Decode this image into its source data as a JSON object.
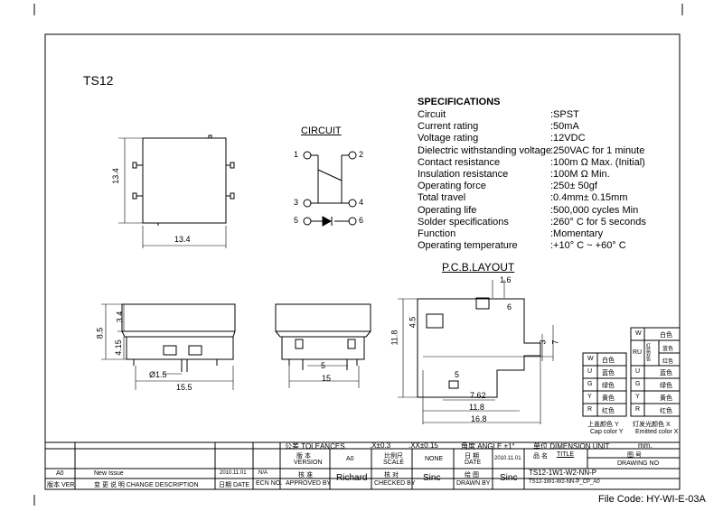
{
  "drawing": {
    "part": "TS12",
    "file_code": "File Code: HY-WI-E-03A"
  },
  "specifications": {
    "title": "SPECIFICATIONS",
    "rows": [
      {
        "label": "Circuit",
        "value": ":SPST"
      },
      {
        "label": "Current rating",
        "value": ":50mA"
      },
      {
        "label": "Voltage rating",
        "value": ":12VDC"
      },
      {
        "label": "Dielectric withstanding voltage",
        "value": ":250VAC for 1 minute"
      },
      {
        "label": "Contact resistance",
        "value": ":100m Ω   Max. (Initial)"
      },
      {
        "label": "Insulation resistance",
        "value": ":100M Ω   Min."
      },
      {
        "label": "Operating force",
        "value": ":250± 50gf"
      },
      {
        "label": "Total travel",
        "value": ":0.4mm± 0.15mm"
      },
      {
        "label": "Operating life",
        "value": ":500,000 cycles Min"
      },
      {
        "label": "Solder specifications",
        "value": ":260°  C for 5 seconds"
      },
      {
        "label": "Function",
        "value": ":Momentary"
      },
      {
        "label": "Operating temperature",
        "value": ":+10°  C ~ +60°  C"
      }
    ]
  },
  "circuit": {
    "title": "CIRCUIT",
    "pins": [
      "1",
      "2",
      "3",
      "4",
      "5",
      "6"
    ]
  },
  "pcb": {
    "title": "P.C.B.LAYOUT"
  },
  "dimensions": {
    "top_width": "13.4",
    "top_height": "13.4",
    "side_8_5": "8.5",
    "side_3_4": "3.4",
    "side_4_15": "4.15",
    "dia": "Ø1.5",
    "side_15_5": "15.5",
    "front_5": "5",
    "front_15": "15",
    "pcb_1_6": "1.6",
    "pcb_6": "6",
    "pcb_4_5": "4.5",
    "pcb_11_8": "11.8",
    "pcb_3": "3",
    "pcb_7": "7",
    "pcb_5": "5",
    "pcb_7_62": "7.62",
    "pcb_11_8b": "11.8",
    "pcb_16_8": "16.8"
  },
  "color_table": {
    "cap_rows": [
      [
        "W",
        "白色"
      ],
      [
        "U",
        "蓝色"
      ],
      [
        "G",
        "绿色"
      ],
      [
        "Y",
        "黄色"
      ],
      [
        "R",
        "红色"
      ]
    ],
    "led_header": [
      "W",
      "白色"
    ],
    "led_ru": "RU",
    "led_vertical": "红蓝双色",
    "led_ru_col": [
      "蓝色",
      "红色"
    ],
    "led_rows": [
      [
        "U",
        "蓝色"
      ],
      [
        "G",
        "绿色"
      ],
      [
        "Y",
        "黄色"
      ],
      [
        "R",
        "红色"
      ]
    ],
    "cap_caption_cn": "上盖颜色 Y",
    "cap_caption_en": "Cap color Y",
    "led_caption_cn": "灯发光颜色 X",
    "led_caption_en": "Emitted color X"
  },
  "title_block": {
    "tolerance_label": "公差 TOLEANCES",
    "tol_x": ".X±0.3",
    "tol_xx": ".XX±0.15",
    "angle": "角度 ANGLE ±1°",
    "unit_label": "单位  DIMENSION UNIT",
    "unit_value": "mm.",
    "version_label_cn": "版 本",
    "version_label_en": "VERSION",
    "version_value": "A0",
    "scale_label_cn": "比例尺",
    "scale_label_en": "SCALE",
    "scale_value": "NONE",
    "date_label_cn": "日 期",
    "date_label_en": "DATE",
    "date_value": "2010.11.01",
    "title_label_cn": "品 名",
    "title_label_en": "TITLE",
    "title_value": "TS12-1W1-W2-NN-P",
    "drawing_no_cn": "图 号",
    "drawing_no_en": "DRAWING NO",
    "drawing_no_value": "TS12-1W1-W2-NN-P_CP_A0",
    "approved_cn": "核 准",
    "approved_en": "APPROVED BY",
    "approved_value": "Richard",
    "checked_cn": "核 对",
    "checked_en": "CHECKED BY",
    "checked_value": "Sinc",
    "drawn_cn": "绘 图",
    "drawn_en": "DRAWN BY",
    "drawn_value": "Sinc",
    "rev_ver": "A0",
    "rev_desc": "New Issue",
    "rev_date": "2010.11.01",
    "rev_ecn": "N/A",
    "col_ver": "版本 VER.",
    "col_desc": "变 更 说 明   CHANGE DESCRIPTION",
    "col_date": "日期 DATE",
    "col_ecn": "ECN NO."
  }
}
